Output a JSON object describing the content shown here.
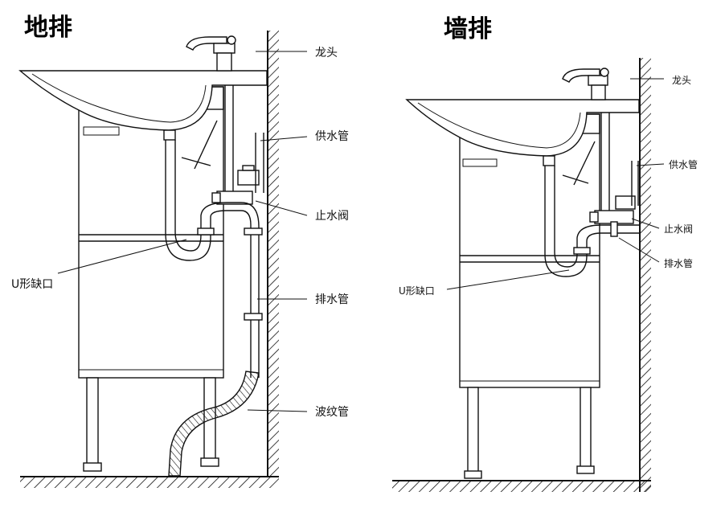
{
  "left": {
    "title": "地排",
    "labels": {
      "faucet": "龙头",
      "supply_pipe": "供水管",
      "stop_valve": "止水阀",
      "u_bend": "U形缺口",
      "drain_pipe": "排水管",
      "corrugated_hose": "波纹管"
    }
  },
  "right": {
    "title": "墙排",
    "labels": {
      "faucet": "龙头",
      "supply_pipe": "供水管",
      "stop_valve": "止水阀",
      "u_bend": "U形缺口",
      "drain_pipe": "排水管"
    }
  }
}
